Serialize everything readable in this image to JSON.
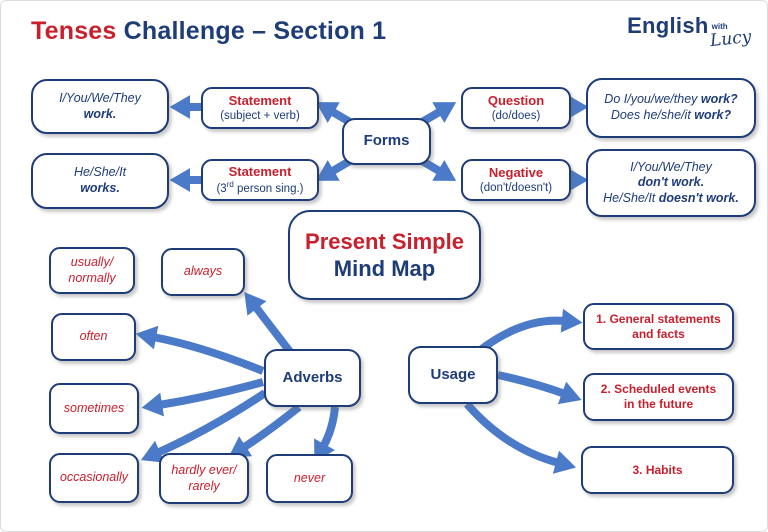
{
  "title": {
    "red": "Tenses",
    "blue": " Challenge – Section 1"
  },
  "logo": {
    "english": "English",
    "with": "with",
    "lucy": "Lucy"
  },
  "colors": {
    "navy": "#1e3c78",
    "red": "#c9202e",
    "arrow_blue": "#4b7bc8"
  },
  "forms": {
    "hub_label": "Forms",
    "statement1": {
      "title": "Statement",
      "subtitle": "(subject + verb)"
    },
    "example1": {
      "line1": "I/You/We/They",
      "line2": "work."
    },
    "statement2": {
      "title": "Statement",
      "sub_pre": "(3",
      "sub_sup": "rd",
      "sub_post": " person sing.)"
    },
    "example2": {
      "line1": "He/She/It",
      "line2": "works."
    },
    "question": {
      "title": "Question",
      "subtitle": "(do/does)"
    },
    "question_example": {
      "line1_a": "Do I/you/we/they ",
      "line1_b": "work?",
      "line2_a": "Does he/she/it ",
      "line2_b": "work?"
    },
    "negative": {
      "title": "Negative",
      "subtitle": "(don't/doesn't)"
    },
    "negative_example": {
      "line1": "I/You/We/They",
      "line2": "don't work.",
      "line3_a": "He/She/It ",
      "line3_b": "doesn't work."
    }
  },
  "center": {
    "line1": "Present Simple",
    "line2": "Mind Map"
  },
  "adverbs": {
    "hub_label": "Adverbs",
    "items": [
      "usually/\nnormally",
      "always",
      "often",
      "sometimes",
      "occasionally",
      "hardly ever/\nrarely",
      "never"
    ]
  },
  "usage": {
    "hub_label": "Usage",
    "items": [
      "1. General statements\nand facts",
      "2. Scheduled events\nin the future",
      "3. Habits"
    ]
  }
}
